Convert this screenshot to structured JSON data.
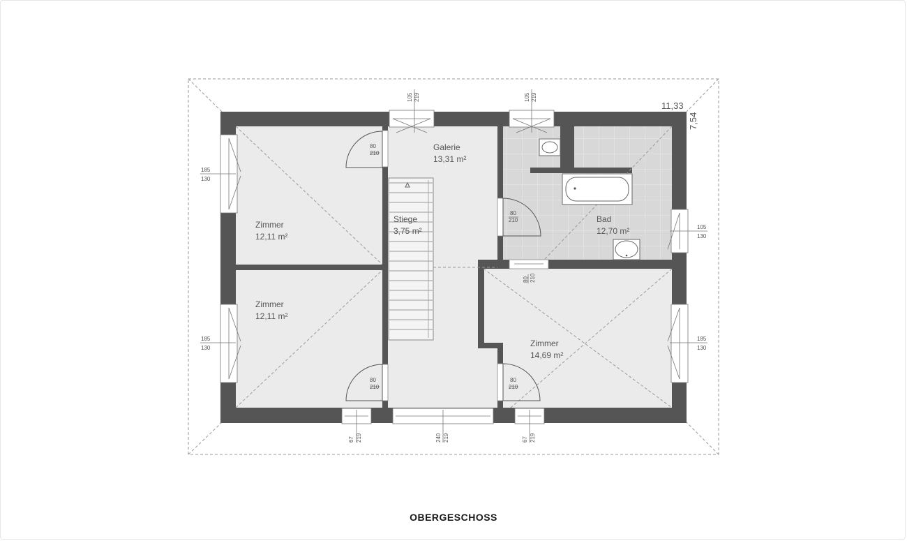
{
  "floor_title": "OBERGESCHOSS",
  "outer_dims": {
    "width": "11,33",
    "depth": "7,54"
  },
  "rooms": [
    {
      "id": "zimmer_nw",
      "name": "Zimmer",
      "area": "12,11 m²"
    },
    {
      "id": "zimmer_sw",
      "name": "Zimmer",
      "area": "12,11 m²"
    },
    {
      "id": "galerie",
      "name": "Galerie",
      "area": "13,31 m²"
    },
    {
      "id": "stiege",
      "name": "Stiege",
      "area": "3,75 m²"
    },
    {
      "id": "bad",
      "name": "Bad",
      "area": "12,70 m²"
    },
    {
      "id": "zimmer_se",
      "name": "Zimmer",
      "area": "14,69 m²"
    }
  ],
  "windows": [
    {
      "id": "w_top_1",
      "w": "105",
      "h": "219"
    },
    {
      "id": "w_top_2",
      "w": "105",
      "h": "219"
    },
    {
      "id": "w_left_1",
      "w": "185",
      "h": "130"
    },
    {
      "id": "w_left_2",
      "w": "185",
      "h": "130"
    },
    {
      "id": "w_right_1",
      "w": "105",
      "h": "130"
    },
    {
      "id": "w_right_2",
      "w": "185",
      "h": "130"
    },
    {
      "id": "w_bottom_1",
      "w": "67",
      "h": "219"
    },
    {
      "id": "w_bottom_2",
      "w": "240",
      "h": "219"
    },
    {
      "id": "w_bottom_3",
      "w": "67",
      "h": "219"
    }
  ],
  "doors": [
    {
      "id": "d_zimmer_nw",
      "w": "80",
      "h": "210"
    },
    {
      "id": "d_zimmer_sw",
      "w": "80",
      "h": "210"
    },
    {
      "id": "d_bad",
      "w": "80",
      "h": "210"
    },
    {
      "id": "d_zimmer_se",
      "w": "80",
      "h": "210"
    },
    {
      "id": "d_wc",
      "w": "80",
      "h": "210"
    }
  ],
  "colors": {
    "wall": "#555555",
    "room_fill": "#ebebeb",
    "bath_fill": "#d9d9d9",
    "dashed": "#888888",
    "text": "#555555"
  }
}
